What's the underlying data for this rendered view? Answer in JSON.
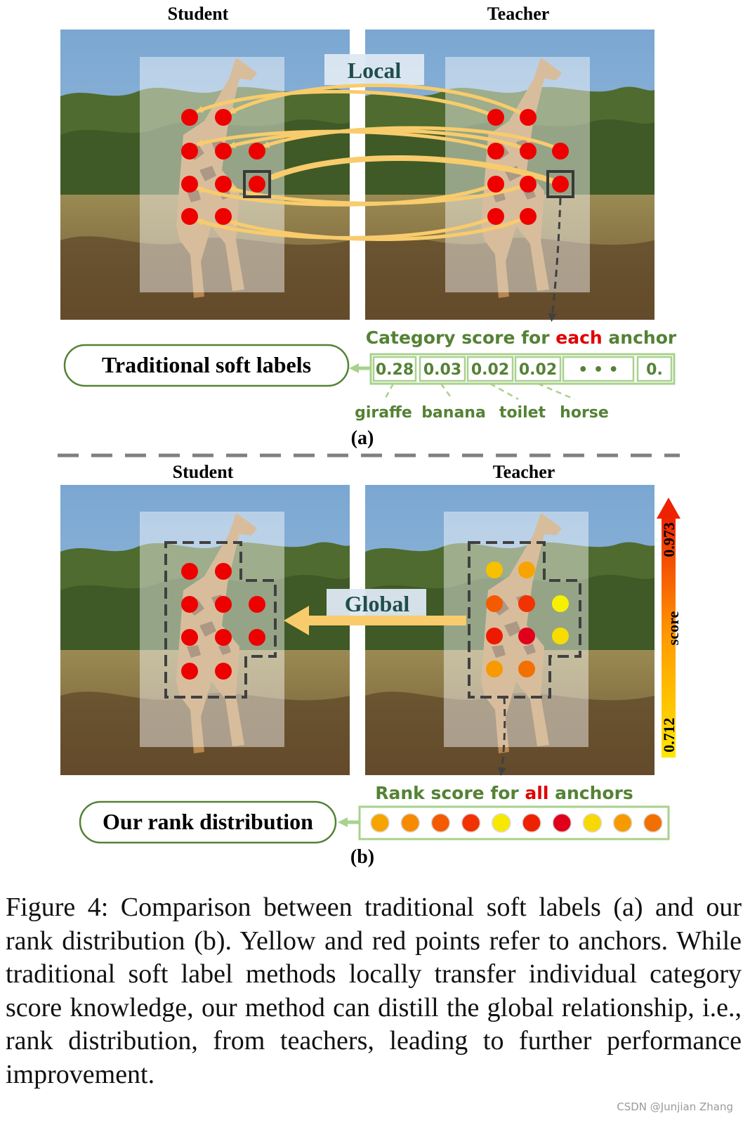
{
  "panel_a": {
    "student_title": "Student",
    "teacher_title": "Teacher",
    "local_label": "Local",
    "category_heading": {
      "before": "Category score for ",
      "highlight": "each",
      "after": " anchor"
    },
    "soft_label_box": "Traditional soft labels",
    "scores": [
      "0.28",
      "0.03",
      "0.02",
      "0.02",
      "• • •",
      "0."
    ],
    "categories": [
      "giraffe",
      "banana",
      "toilet",
      "horse"
    ],
    "tag": "(a)"
  },
  "panel_b": {
    "student_title": "Student",
    "teacher_title": "Teacher",
    "global_label": "Global",
    "rank_heading": {
      "before": "Rank score for ",
      "highlight": "all",
      "after": " anchors"
    },
    "rank_box": "Our rank distribution",
    "rank_dot_colors": [
      "#f7a400",
      "#f78a00",
      "#f45a00",
      "#f23200",
      "#f7e800",
      "#ee2200",
      "#e0001c",
      "#f7d800",
      "#f79a00",
      "#f27000"
    ],
    "scale_max": "0.973",
    "scale_min": "0.712",
    "scale_label": "score",
    "tag": "(b)"
  },
  "colors": {
    "anchor_red": "#ee0000",
    "arrow_yellow": "#f8cc6c",
    "accent_green": "#548235",
    "box_green": "#a9d18e",
    "highlight_red": "#e00000"
  },
  "caption": "Figure 4: Comparison between traditional soft labels (a) and our rank distribution (b). Yellow and red points refer to anchors. While traditional soft label methods locally transfer individual category score knowledge, our method can distill the global relationship, i.e., rank distribution, from teachers, leading to further performance improvement.",
  "watermark": "CSDN @Junjian Zhang"
}
